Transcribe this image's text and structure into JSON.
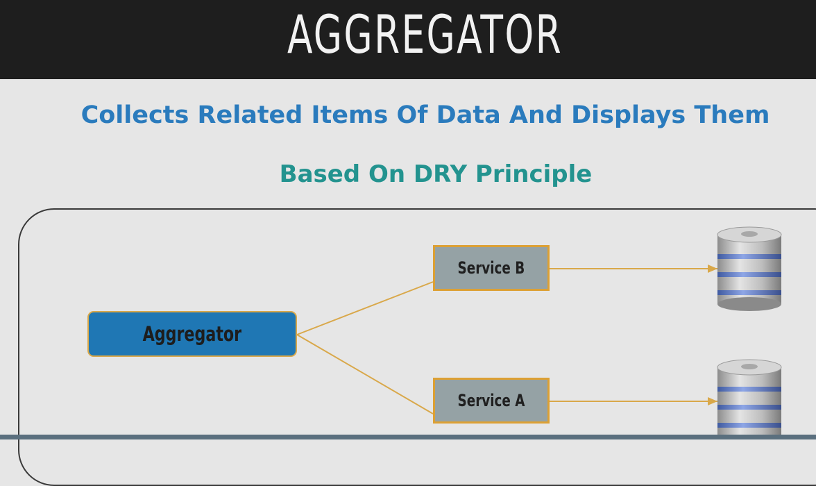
{
  "header": {
    "title": "AGGREGATOR"
  },
  "subtitles": {
    "line1": "Collects Related Items Of Data And Displays Them",
    "line2": "Based On DRY Principle"
  },
  "diagram": {
    "aggregator_label": "Aggregator",
    "service_b_label": "Service B",
    "service_a_label": "Service A",
    "databases": [
      "database-icon",
      "database-icon"
    ],
    "colors": {
      "aggregator_fill": "#1f77b4",
      "service_fill": "#95a2a5",
      "border_accent": "#dca034",
      "connector": "#d9a84a",
      "subtitle_blue": "#2a7bbd",
      "subtitle_teal": "#23938f"
    }
  }
}
